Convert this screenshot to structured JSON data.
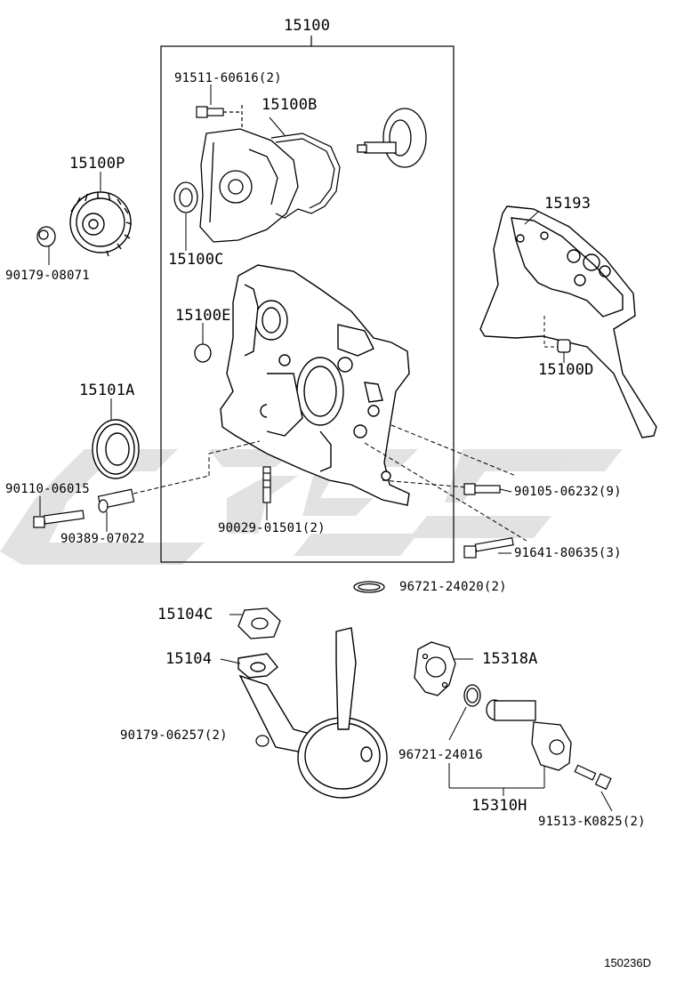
{
  "diagram_code": "150236D",
  "parts": {
    "p15100": "15100",
    "p91511": "91511-60616(2)",
    "p15100B": "15100B",
    "p15100P": "15100P",
    "p90179_08071": "90179-08071",
    "p15100C": "15100C",
    "p15193": "15193",
    "p15100E": "15100E",
    "p15100D": "15100D",
    "p15101A": "15101A",
    "p90110": "90110-06015",
    "p90389": "90389-07022",
    "p90029": "90029-01501(2)",
    "p90105": "90105-06232(9)",
    "p91641": "91641-80635(3)",
    "p96721_24020": "96721-24020(2)",
    "p15104C": "15104C",
    "p15104": "15104",
    "p15318A": "15318A",
    "p90179_06257": "90179-06257(2)",
    "p96721_24016": "96721-24016",
    "p15310H": "15310H",
    "p91513": "91513-K0825(2)"
  },
  "watermark_color": "#d9d9d9",
  "line_color": "#000000"
}
